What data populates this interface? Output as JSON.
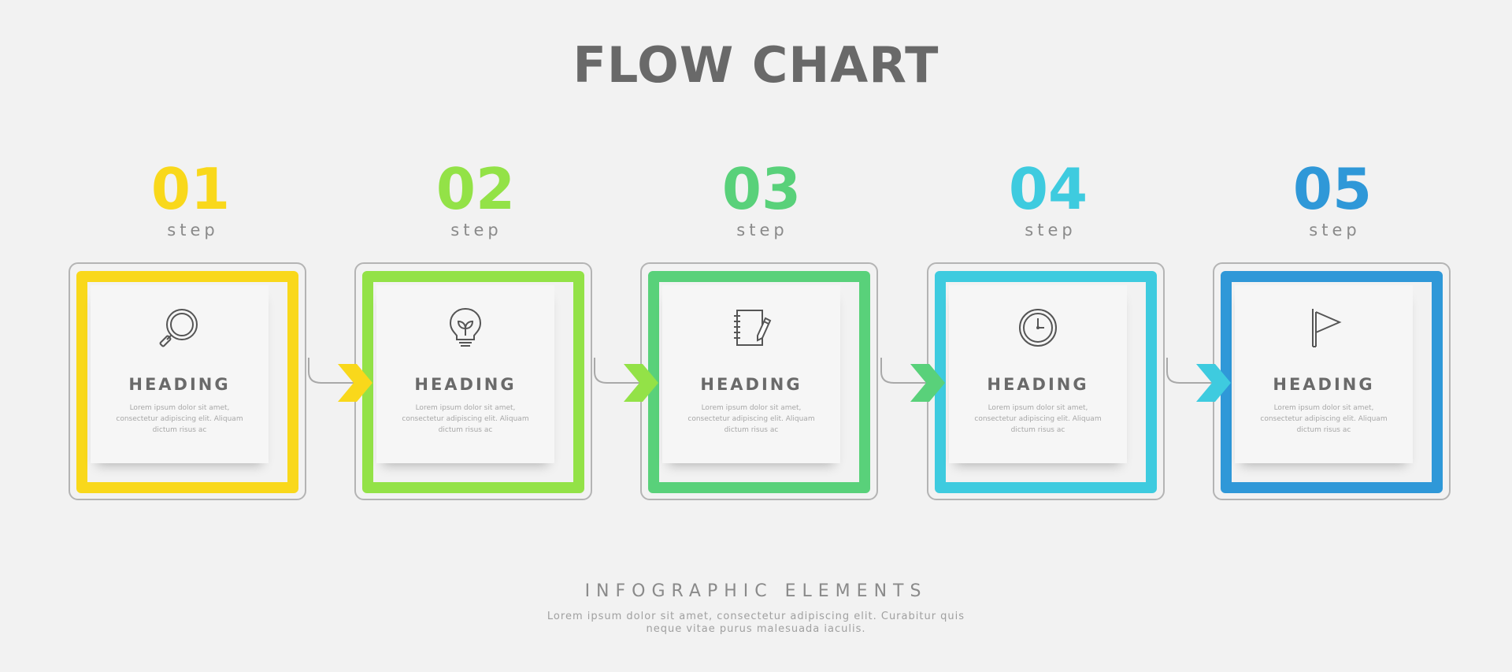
{
  "title": "FLOW CHART",
  "steps": [
    {
      "number": "01",
      "label": "step",
      "heading": "HEADING",
      "body": "Lorem ipsum dolor sit amet, consectetur adipiscing elit. Aliquam dictum risus ac",
      "icon": "magnifier-icon",
      "color": "#f9d81b"
    },
    {
      "number": "02",
      "label": "step",
      "heading": "HEADING",
      "body": "Lorem ipsum dolor sit amet, consectetur adipiscing elit. Aliquam dictum risus ac",
      "icon": "lightbulb-icon",
      "color": "#93e247"
    },
    {
      "number": "03",
      "label": "step",
      "heading": "HEADING",
      "body": "Lorem ipsum dolor sit amet, consectetur adipiscing elit. Aliquam dictum risus ac",
      "icon": "notebook-pen-icon",
      "color": "#59d17a"
    },
    {
      "number": "04",
      "label": "step",
      "heading": "HEADING",
      "body": "Lorem ipsum dolor sit amet, consectetur adipiscing elit. Aliquam dictum risus ac",
      "icon": "clock-icon",
      "color": "#3ecbdf"
    },
    {
      "number": "05",
      "label": "step",
      "heading": "HEADING",
      "body": "Lorem ipsum dolor sit amet, consectetur adipiscing elit. Aliquam dictum risus ac",
      "icon": "flag-icon",
      "color": "#2f98d8"
    }
  ],
  "footer": {
    "title": "INFOGRAPHIC ELEMENTS",
    "text": "Lorem ipsum dolor sit amet, consectetur adipiscing elit. Curabitur quis neque vitae purus malesuada iaculis."
  }
}
